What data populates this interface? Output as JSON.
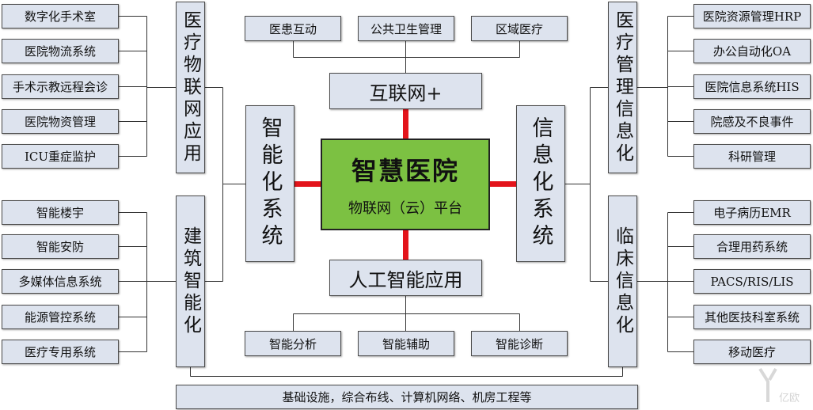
{
  "center": {
    "title": "智慧医院",
    "subtitle": "物联网（云）平台"
  },
  "top_hub": {
    "label": "互联网+",
    "children": [
      "医患互动",
      "公共卫生管理",
      "区域医疗"
    ]
  },
  "bottom_hub": {
    "label": "人工智能应用",
    "children": [
      "智能分析",
      "智能辅助",
      "智能诊断"
    ]
  },
  "left_system": {
    "label": "智能化系统"
  },
  "right_system": {
    "label": "信息化系统"
  },
  "left_groups": [
    {
      "label": "医疗物联网应用",
      "items": [
        "数字化手术室",
        "医院物流系统",
        "手术示教远程会诊",
        "医院物资管理",
        "ICU重症监护"
      ]
    },
    {
      "label": "建筑智能化",
      "items": [
        "智能楼宇",
        "智能安防",
        "多媒体信息系统",
        "能源管控系统",
        "医疗专用系统"
      ]
    }
  ],
  "right_groups": [
    {
      "label": "医疗管理信息化",
      "items": [
        "医院资源管理HRP",
        "办公自动化OA",
        "医院信息系统HIS",
        "院感及不良事件",
        "科研管理"
      ]
    },
    {
      "label": "临床信息化",
      "items": [
        "电子病历EMR",
        "合理用药系统",
        "PACS/RIS/LIS",
        "其他医技科室系统",
        "移动医疗"
      ]
    }
  ],
  "foundation": "基础设施，综合布线、计算机网络、机房工程等",
  "watermark": {
    "text": "亿欧"
  },
  "colors": {
    "box_fill": "#DDE3EE",
    "center_fill": "#7CC142",
    "link_red": "#E3141B",
    "line": "#333333"
  }
}
